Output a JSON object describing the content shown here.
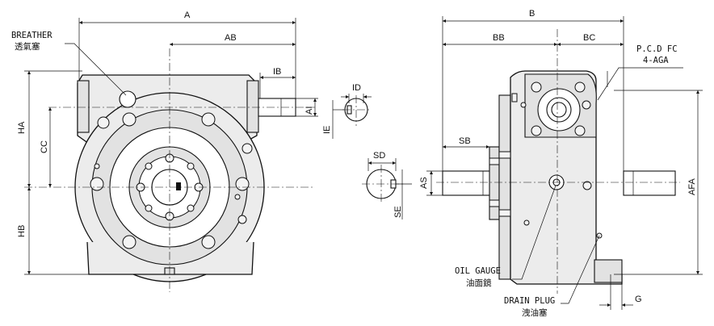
{
  "labels": {
    "breather_en": "BREATHER",
    "breather_zh": "透氣塞",
    "oil_gauge_en": "OIL GAUGE",
    "oil_gauge_zh": "油面鏡",
    "drain_plug_en": "DRAIN PLUG",
    "drain_plug_zh": "洩油塞",
    "pcd_line1": "P.C.D FC",
    "pcd_line2": "4-AGA"
  },
  "dimensions": {
    "A": "A",
    "AB": "AB",
    "IB": "IB",
    "HA": "HA",
    "CC": "CC",
    "HB": "HB",
    "AI": "AI",
    "IE": "IE",
    "ID": "ID",
    "SD": "SD",
    "AS": "AS",
    "SE": "SE",
    "SB": "SB",
    "B": "B",
    "BB": "BB",
    "BC": "BC",
    "AFA": "AFA",
    "G": "G"
  }
}
